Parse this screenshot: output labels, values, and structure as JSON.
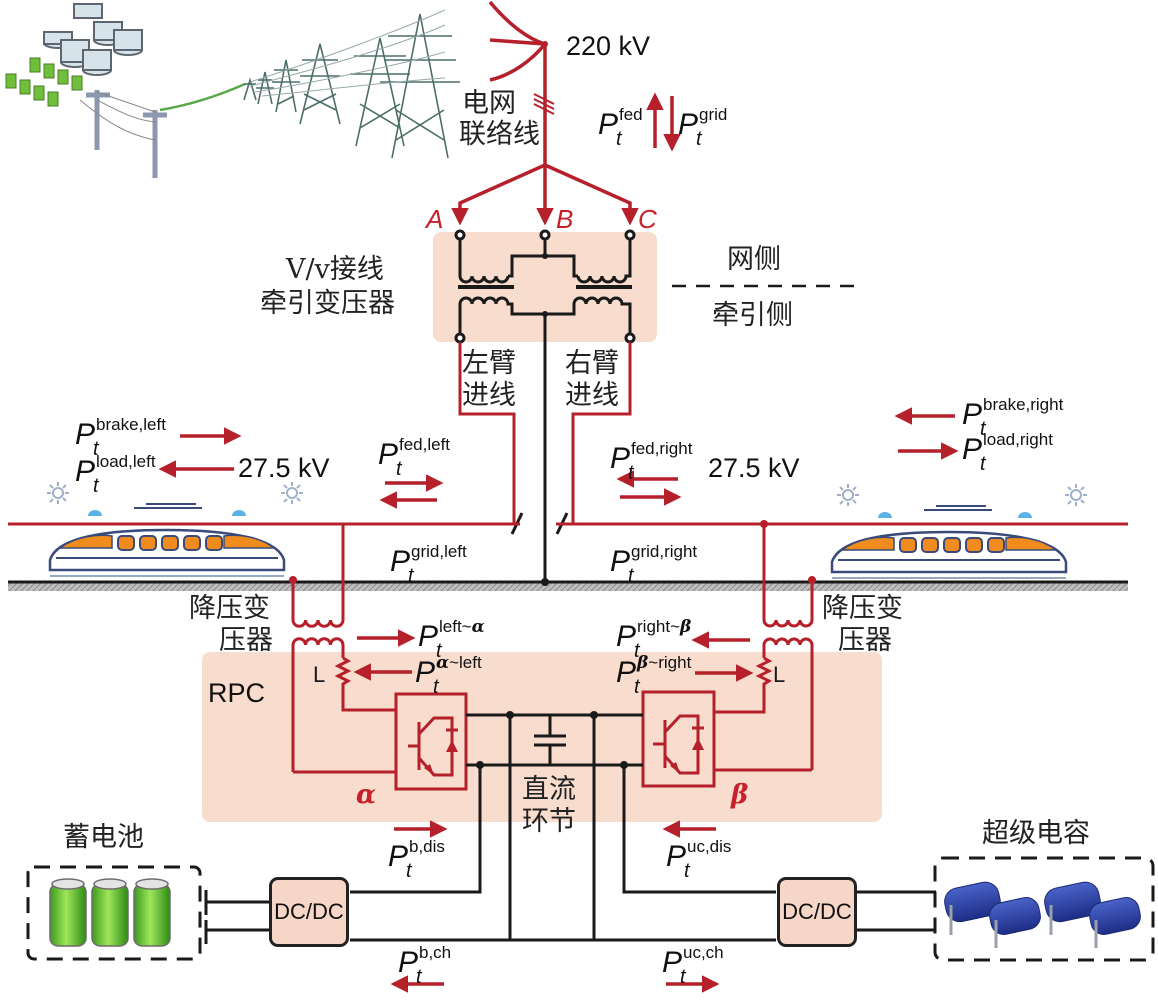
{
  "grid": {
    "voltage_label": "220 kV",
    "tie_line_label_line1": "电网",
    "tie_line_label_line2": "联络线",
    "phases": [
      "A",
      "B",
      "C"
    ],
    "power_fed": {
      "base": "P",
      "sub": "t",
      "sup": "fed"
    },
    "power_grid": {
      "base": "P",
      "sub": "t",
      "sup": "grid"
    }
  },
  "transformer": {
    "label_line1": "V/v接线",
    "label_line2": "牵引变压器",
    "grid_side": "网侧",
    "traction_side": "牵引侧",
    "left_feeder_line1": "左臂",
    "left_feeder_line2": "进线",
    "right_feeder_line1": "右臂",
    "right_feeder_line2": "进线"
  },
  "left_arm": {
    "voltage_label": "27.5 kV",
    "brake": {
      "base": "P",
      "sub": "t",
      "sup": "brake,left"
    },
    "load": {
      "base": "P",
      "sub": "t",
      "sup": "load,left"
    },
    "fed": {
      "base": "P",
      "sub": "t",
      "sup": "fed,left"
    },
    "grid": {
      "base": "P",
      "sub": "t",
      "sup": "grid,left"
    }
  },
  "right_arm": {
    "voltage_label": "27.5 kV",
    "brake": {
      "base": "P",
      "sub": "t",
      "sup": "brake,right"
    },
    "load": {
      "base": "P",
      "sub": "t",
      "sup": "load,right"
    },
    "fed": {
      "base": "P",
      "sub": "t",
      "sup": "fed,right"
    },
    "grid": {
      "base": "P",
      "sub": "t",
      "sup": "grid,right"
    }
  },
  "rpc": {
    "label": "RPC",
    "step_down_left_line1": "降压变",
    "step_down_left_line2": "压器",
    "step_down_right_line1": "降压变",
    "step_down_right_line2": "压器",
    "inductor_label": "L",
    "converter_alpha": "α",
    "converter_beta": "β",
    "dc_link_line1": "直流",
    "dc_link_line2": "环节",
    "left_to_alpha": {
      "base": "P",
      "sub": "t",
      "sup_pre": "left~",
      "sup_greek": "α"
    },
    "alpha_to_left": {
      "base": "P",
      "sub": "t",
      "sup_greek": "α",
      "sup_post": "~left"
    },
    "right_to_beta": {
      "base": "P",
      "sub": "t",
      "sup_pre": "right~",
      "sup_greek": "β"
    },
    "beta_to_right": {
      "base": "P",
      "sub": "t",
      "sup_greek": "β",
      "sup_post": "~right"
    }
  },
  "storage": {
    "battery_label": "蓄电池",
    "supercap_label": "超级电容",
    "dcdc_label": "DC/DC",
    "b_dis": {
      "base": "P",
      "sub": "t",
      "sup": "b,dis"
    },
    "b_ch": {
      "base": "P",
      "sub": "t",
      "sup": "b,ch"
    },
    "uc_dis": {
      "base": "P",
      "sub": "t",
      "sup": "uc,dis"
    },
    "uc_ch": {
      "base": "P",
      "sub": "t",
      "sup": "uc,ch"
    }
  },
  "colors": {
    "power_line": "#b5202a",
    "wire": "#1a1a1a",
    "highlight_box": "#f8dccd",
    "train_window": "#f08c1e"
  }
}
